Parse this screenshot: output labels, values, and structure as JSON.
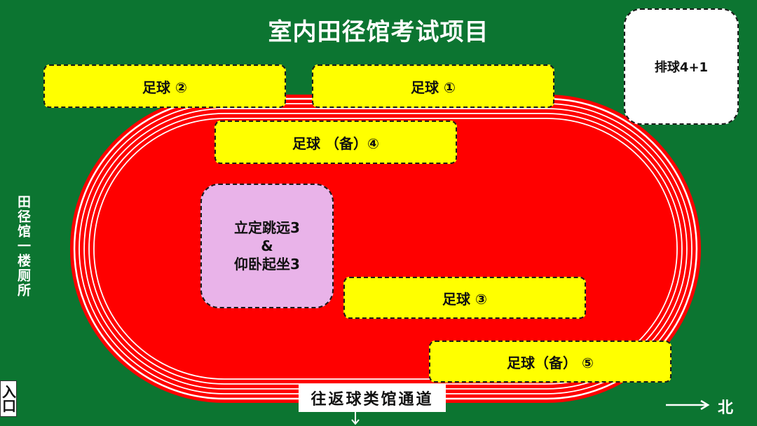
{
  "title": "室内田径馆考试项目",
  "venues": {
    "football_1": "足球 ①",
    "football_2": "足球 ②",
    "football_3": "足球 ③",
    "football_4_backup": "足球 （备）④",
    "football_5_backup": "足球（备） ⑤",
    "volleyball": "排球4+1",
    "jump_situp_line1": "立定跳远3",
    "jump_situp_line2": "&",
    "jump_situp_line3": "仰卧起坐3"
  },
  "side_label": "田径馆一楼厕所",
  "entrance_label": "入口",
  "passage_label": "往返球类馆通道",
  "north_label": "北",
  "colors": {
    "background": "#0c7531",
    "track": "#ff0000",
    "lane_lines": "#ffffff",
    "station_yellow": "#ffff00",
    "station_pink": "#e9b3e9"
  }
}
